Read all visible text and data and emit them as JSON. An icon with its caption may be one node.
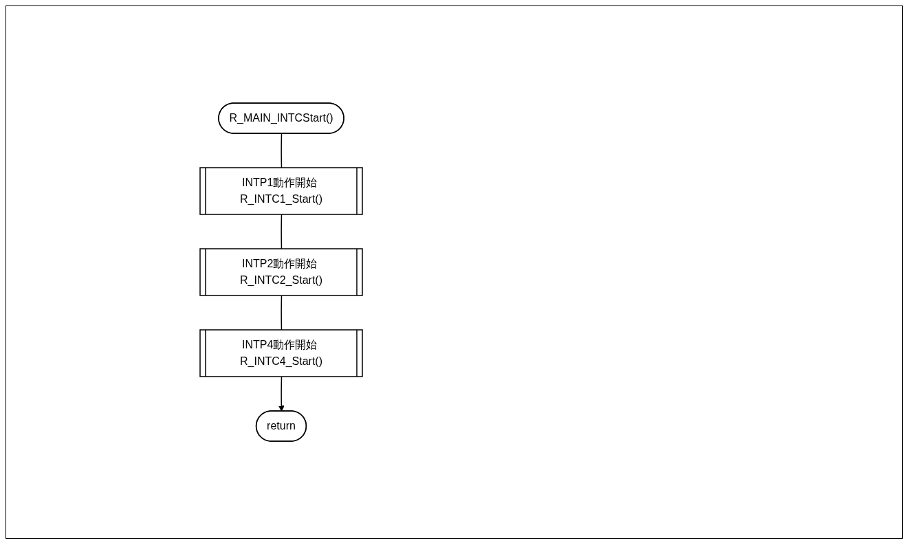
{
  "diagram": {
    "nodes": [
      {
        "text": [
          "R_MAIN_INTCStart()"
        ]
      },
      {
        "text": [
          "INTP1動作開始 R_INTC1_Start()"
        ]
      },
      {
        "text": [
          "INTP2動作開始 R_INTC2_Start()"
        ]
      },
      {
        "text": [
          "INTP4動作開始 R_INTC4_Start()"
        ]
      },
      {
        "text": [
          "return"
        ]
      }
    ],
    "edges": [
      {
        "from": 0,
        "to": 1,
        "arrow": "none"
      },
      {
        "from": 1,
        "to": 2,
        "arrow": "none"
      },
      {
        "from": 2,
        "to": 3,
        "arrow": "none"
      },
      {
        "from": 3,
        "to": 4,
        "arrow": "to"
      }
    ]
  }
}
